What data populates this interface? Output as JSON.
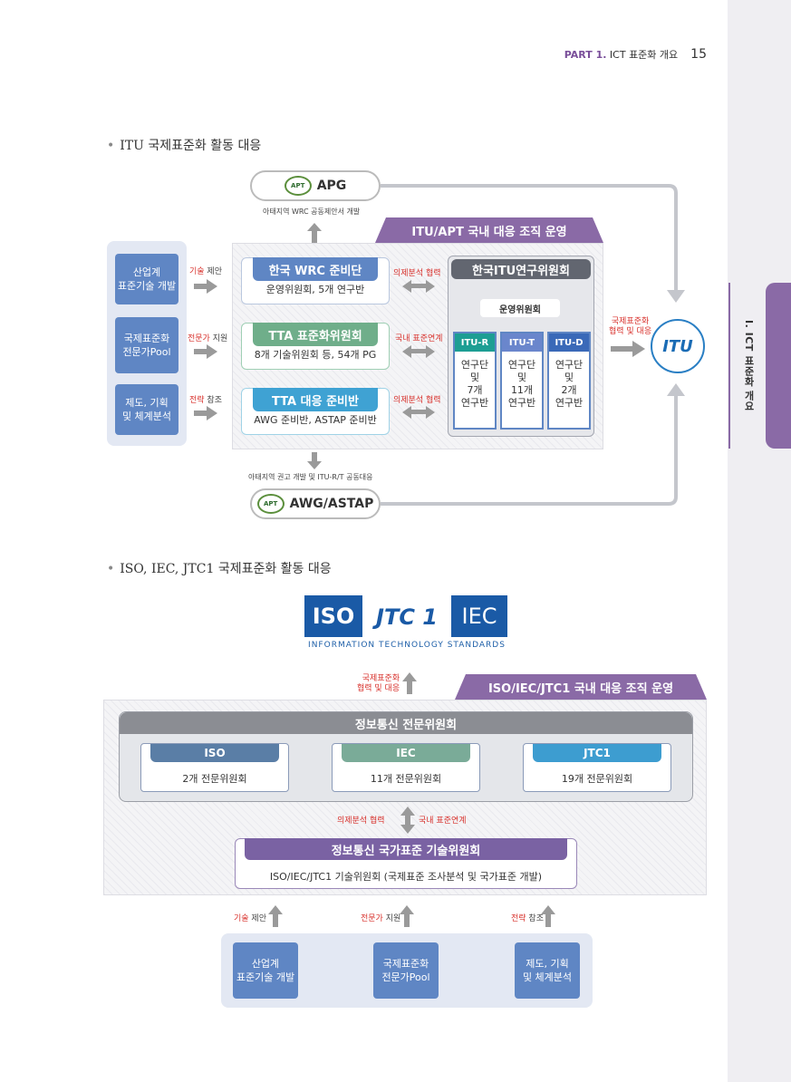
{
  "header": {
    "part": "PART 1.",
    "title": "ICT 표준화 개요",
    "page": "15"
  },
  "side_tab": {
    "label": "I. ICT 표준화 개요"
  },
  "section1": {
    "title": "ITU 국제표준화 활동 대응",
    "apg": {
      "logo": "APT",
      "label": "APG",
      "caption": "아태지역 WRC 공동제안서 개발"
    },
    "banner": "ITU/APT 국내 대응 조직 운영",
    "left_boxes": [
      {
        "label": "산업계\n표준기술 개발",
        "hint_red": "기술",
        "hint": " 제안"
      },
      {
        "label": "국제표준화\n전문가Pool",
        "hint_red": "전문가",
        "hint": " 지원"
      },
      {
        "label": "제도, 기획\n및 체계분석",
        "hint_red": "전략",
        "hint": " 참조"
      }
    ],
    "orgs": [
      {
        "head": "한국 WRC 준비단",
        "body": "운영위원회, 5개 연구반",
        "link": "의제분석 협력"
      },
      {
        "head": "TTA 표준화위원회",
        "body": "8개 기술위원회 등, 54개 PG",
        "link": "국내 표준연계"
      },
      {
        "head": "TTA 대응 준비반",
        "body": "AWG 준비반, ASTAP 준비반",
        "link": "의제분석 협력"
      }
    ],
    "itu_committee": {
      "head": "한국ITU연구위원회",
      "ops": "운영위원회",
      "columns": [
        {
          "head": "ITU-R",
          "body": "연구단\n및\n7개\n연구반"
        },
        {
          "head": "ITU-T",
          "body": "연구단\n및\n11개\n연구반"
        },
        {
          "head": "ITU-D",
          "body": "연구단\n및\n2개\n연구반"
        }
      ]
    },
    "itu_side_label": "국제표준화\n협력 및 대응",
    "itu_logo": "ITU",
    "awg": {
      "logo": "APT",
      "label": "AWG/ASTAP",
      "caption": "아태지역 권고 개발 및 ITU-R/T 공동대응"
    }
  },
  "section2": {
    "title": "ISO, IEC, JTC1 국제표준화 활동 대응",
    "logos": {
      "iso": "ISO",
      "jtc1": "JTC 1",
      "iec": "IEC",
      "caption": "INFORMATION TECHNOLOGY STANDARDS"
    },
    "up_label": "국제표준화\n협력 및 대응",
    "banner": "ISO/IEC/JTC1 국내 대응 조직 운영",
    "committee": {
      "head": "정보통신 전문위원회",
      "subs": [
        {
          "head": "ISO",
          "value": "2개 전문위원회",
          "color": "#5a7ea6"
        },
        {
          "head": "IEC",
          "value": "11개 전문위원회",
          "color": "#7aab98"
        },
        {
          "head": "JTC1",
          "value": "19개 전문위원회",
          "color": "#3d9dd0"
        }
      ]
    },
    "link_left": "의제분석 협력",
    "link_right": "국내 표준연계",
    "national": {
      "head": "정보통신 국가표준 기술위원회",
      "body": "ISO/IEC/JTC1 기술위원회 (국제표준 조사분석 및 국가표준 개발)"
    },
    "bottom_boxes": [
      {
        "label": "산업계\n표준기술 개발",
        "hint_red": "기술",
        "hint": " 제안"
      },
      {
        "label": "국제표준화\n전문가Pool",
        "hint_red": "전문가",
        "hint": " 지원"
      },
      {
        "label": "제도, 기획\n및 체계분석",
        "hint_red": "전략",
        "hint": " 참조"
      }
    ]
  }
}
